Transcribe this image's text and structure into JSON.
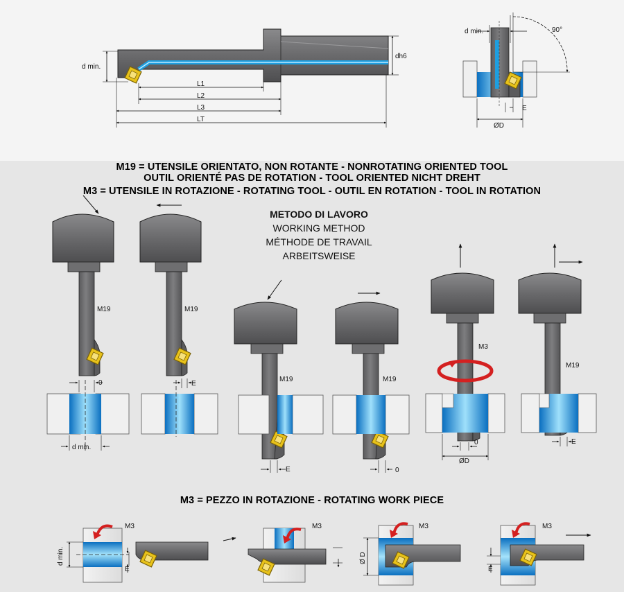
{
  "top": {
    "labels": {
      "d_min": "d min.",
      "dh6": "dh6",
      "L1": "L1",
      "L2": "L2",
      "L3": "L3",
      "LT": "LT",
      "angle": "90°",
      "diam_D": "ØD",
      "E": "E"
    }
  },
  "headers": {
    "m19": "M19 = UTENSILE ORIENTATO, NON ROTANTE - NONROTATING ORIENTED TOOL",
    "outil": "OUTIL ORIENTÉ PAS DE ROTATION - TOOL ORIENTED NICHT DREHT",
    "m3_tool": "M3 = UTENSILE IN ROTAZIONE - ROTATING TOOL - OUTIL EN ROTATION - TOOL IN ROTATION",
    "m3_piece": "M3 = PEZZO IN ROTAZIONE - ROTATING WORK PIECE"
  },
  "method": {
    "it": "METODO DI LAVORO",
    "en": "WORKING METHOD",
    "fr": "MÉTHODE DE TRAVAIL",
    "de": "ARBEITSWEISE"
  },
  "middle": {
    "labels": {
      "m19": "M19",
      "m3": "M3",
      "zero": "0",
      "E": "E",
      "d_min": "d min.",
      "diam_D": "ØD"
    }
  },
  "bottom": {
    "labels": {
      "m3": "M3",
      "d_min": "d min.",
      "E": "E",
      "diam_D": "Ø D"
    }
  },
  "colors": {
    "tool": "#6f6f71",
    "tool_dark": "#4a4a4c",
    "bore_blue": "#1e9fe0",
    "insert": "#e8c21a",
    "rotation_arrow": "#d42020",
    "background_top": "#f4f4f4",
    "background_main": "#e6e6e6"
  }
}
